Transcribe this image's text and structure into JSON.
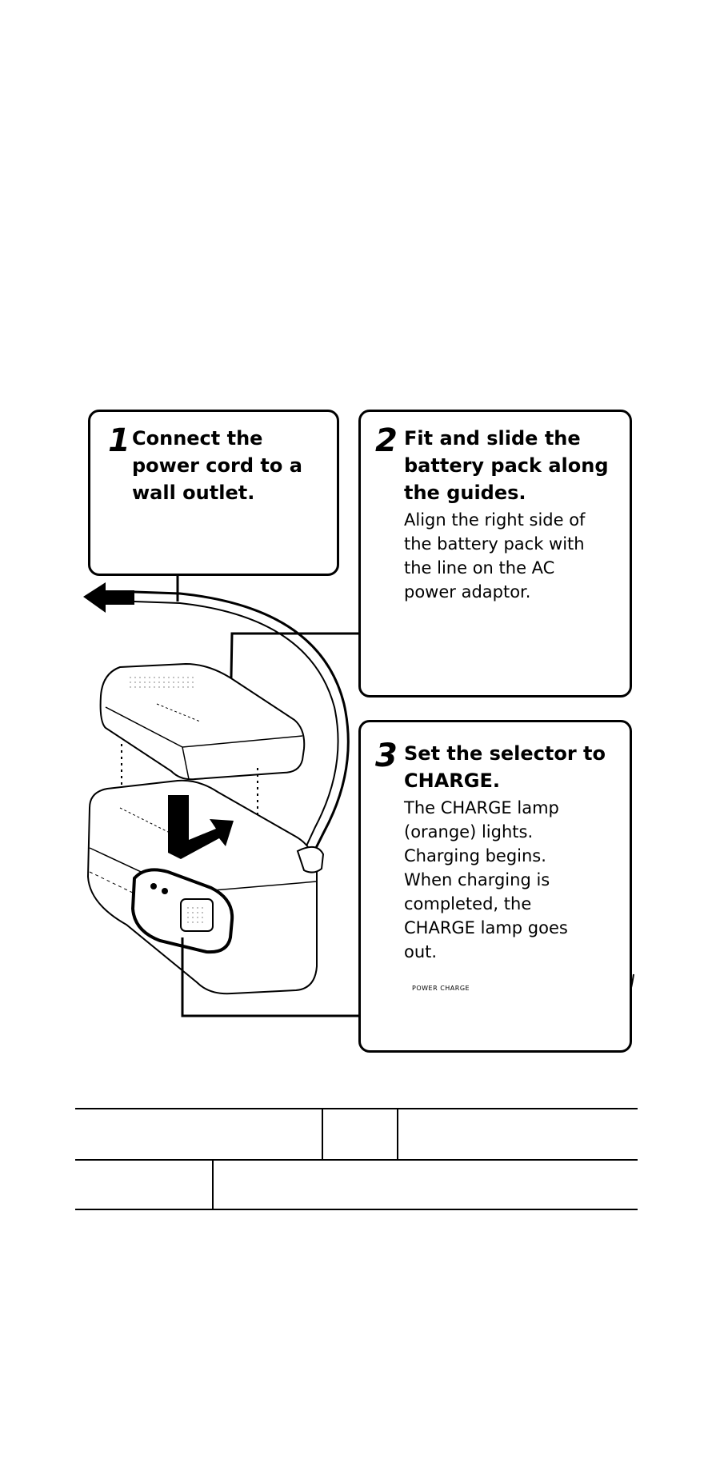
{
  "steps": [
    {
      "number": "1",
      "title": "Connect the\npower cord to a\nwall outlet.",
      "description": ""
    },
    {
      "number": "2",
      "title": "Fit and slide the\nbattery pack along\nthe guides.",
      "description": "Align the right side of\nthe battery pack with\nthe line on the AC\npower adaptor."
    },
    {
      "number": "3",
      "title": "Set the selector to\nCHARGE.",
      "description": "The CHARGE lamp\n(orange) lights.\nCharging begins.\nWhen charging is\ncompleted, the\nCHARGE lamp goes\nout."
    }
  ],
  "selector_panel": {
    "label": "POWER CHARGE"
  },
  "icons": {
    "step1_arrow": "arrow-left-icon",
    "step3_arrow": "arrow-left-icon"
  }
}
